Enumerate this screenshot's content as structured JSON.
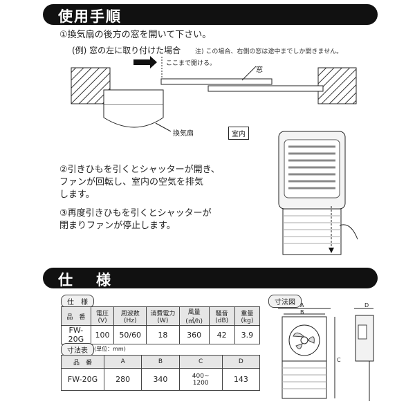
{
  "section1": {
    "title": "使用手順"
  },
  "step1": {
    "text": "①換気扇の後方の窓を開いて下さい。",
    "example": "(例) 窓の左に取り付けた場合",
    "note": "注) この場合、右側の窓は途中までしか開きません。",
    "open_here": "ここまで開ける。",
    "window_label": "窓",
    "fan_label": "換気扇",
    "indoor_label": "室内"
  },
  "step2": {
    "text": "②引きひもを引くとシャッターが開き、\nファンが回転し、室内の空気を排気\nします。"
  },
  "step3": {
    "text": "③再度引きひもを引くとシャッターが\n閉まりファンが停止します。"
  },
  "section2": {
    "title": "仕様"
  },
  "spec_table": {
    "label": "仕　様",
    "headers": [
      "品　番",
      "電圧(V)",
      "周波数(Hz)",
      "消費電力(W)",
      "風量(㎥/h)",
      "騒音(dB)",
      "重量(kg)"
    ],
    "row": [
      "FW-20G",
      "100",
      "50/60",
      "18",
      "360",
      "42",
      "3.9"
    ]
  },
  "dimension_table": {
    "label": "寸法表",
    "unit": "(単位：mm)",
    "headers": [
      "品　番",
      "A",
      "B",
      "C",
      "D"
    ],
    "row": [
      "FW-20G",
      "280",
      "340",
      "400~\n1200",
      "143"
    ]
  },
  "dimension_diagram": {
    "label": "寸法図",
    "A": "A",
    "B": "B",
    "C": "C",
    "D": "D"
  }
}
